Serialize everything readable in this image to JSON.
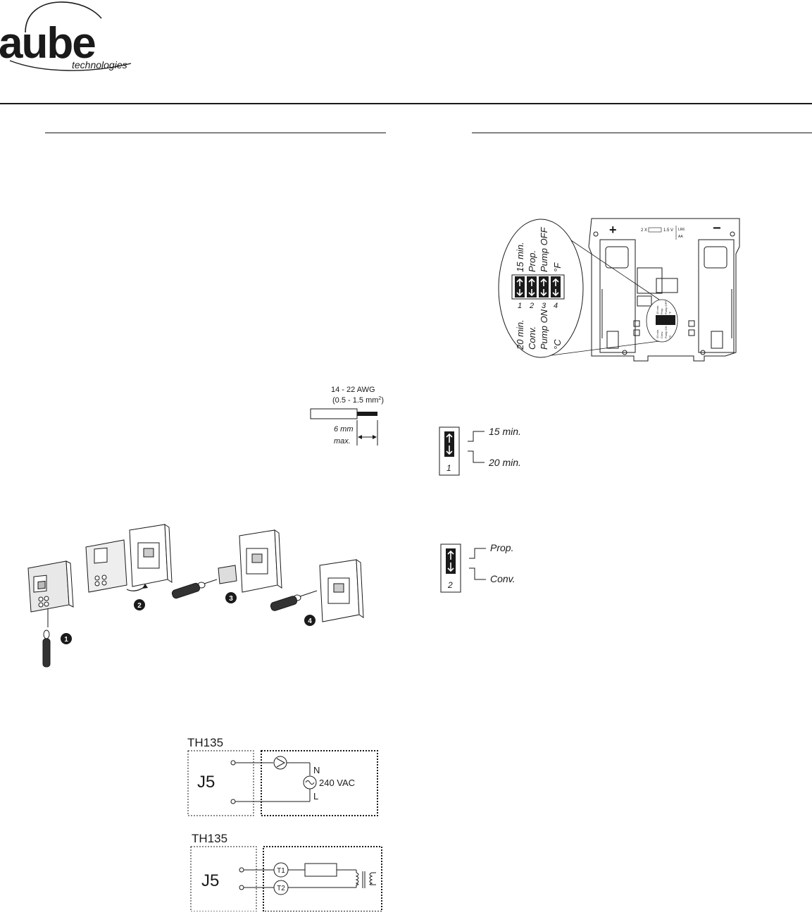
{
  "brand": {
    "wordmark": "aube",
    "tagline": "technologies"
  },
  "wire_spec": {
    "gauge": "14 - 22 AWG",
    "section_main": "(0.5 - 1.5 mm",
    "section_sup": "2",
    "section_close": ")",
    "strip_length": "6 mm",
    "strip_qualifier": "max."
  },
  "installation_steps": {
    "step1": "1",
    "step2": "2",
    "step3": "3",
    "step4": "4"
  },
  "dip_panel": {
    "up_labels": [
      "15 min.",
      "Prop.",
      "Pump OFF",
      "°F"
    ],
    "down_labels": [
      "20 min.",
      "Conv.",
      "Pump ON",
      "°C"
    ],
    "switch_numbers": [
      "1",
      "2",
      "3",
      "4"
    ],
    "plus_symbol": "+",
    "minus_symbol": "−",
    "battery_count": "2 X",
    "battery_voltage": "1.5 V",
    "battery_type_line1": "LR6",
    "battery_type_line2": "AA",
    "mini_up_labels": [
      "15 min.",
      "Prop.",
      "Pump OFF",
      "°F"
    ],
    "mini_down_labels": [
      "20 min.",
      "Conv.",
      "Pump ON",
      "°C"
    ]
  },
  "switch1": {
    "number": "1",
    "up_label": "15 min.",
    "down_label": "20 min."
  },
  "switch2": {
    "number": "2",
    "up_label": "Prop.",
    "down_label": "Conv."
  },
  "wiring_diagram_1": {
    "model": "TH135",
    "terminal_block": "J5",
    "neutral": "N",
    "line": "L",
    "supply": "240 VAC"
  },
  "wiring_diagram_2": {
    "model": "TH135",
    "terminal_block": "J5",
    "t1": "T1",
    "t2": "T2"
  }
}
